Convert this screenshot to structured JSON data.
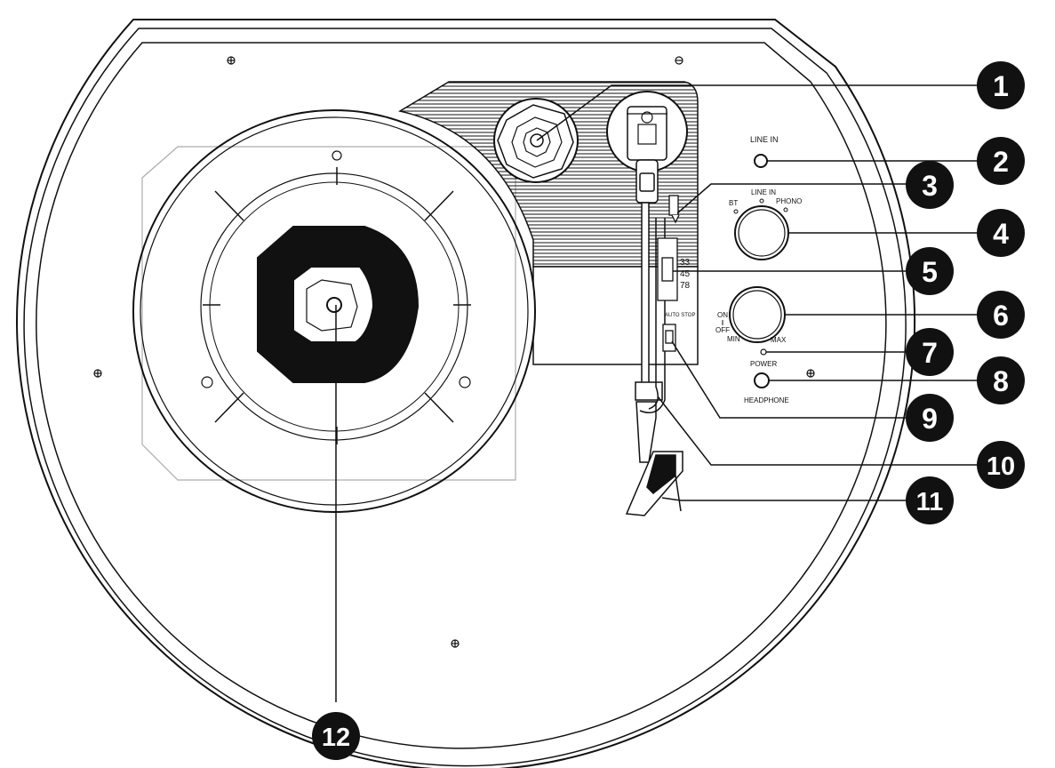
{
  "panel_labels": {
    "line_in_jack": "LINE IN",
    "selector_line_in": "LINE IN",
    "selector_bt": "BT",
    "selector_phono": "PHONO",
    "speed_33": "33",
    "speed_45": "45",
    "speed_78": "78",
    "auto_stop": "AUTO STOP",
    "on": "ON",
    "off": "OFF",
    "min": "MIN",
    "max": "MAX",
    "power": "POWER",
    "headphone": "HEADPHONE"
  },
  "callouts": [
    "1",
    "2",
    "3",
    "4",
    "5",
    "6",
    "7",
    "8",
    "9",
    "10",
    "11",
    "12"
  ],
  "colors": {
    "ink": "#111111",
    "paper": "#ffffff"
  }
}
